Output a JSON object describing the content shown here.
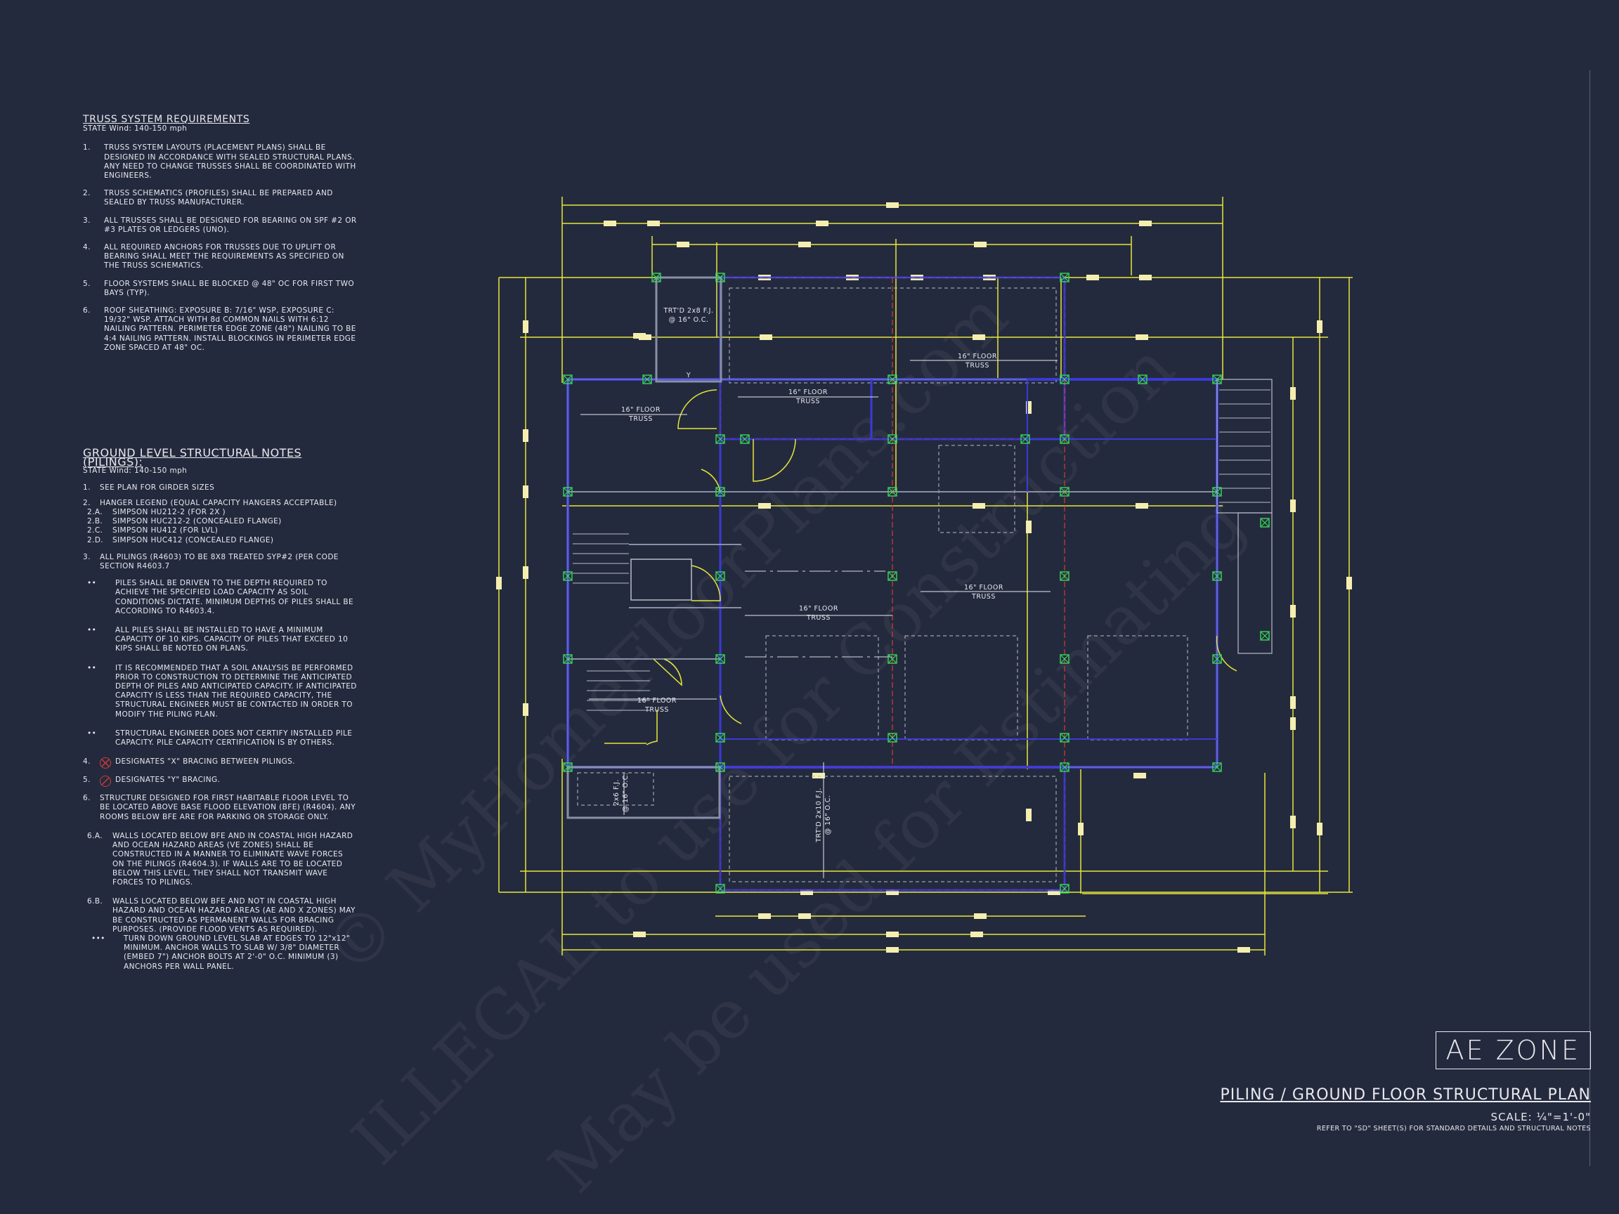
{
  "truss_notes": {
    "title": "TRUSS SYSTEM REQUIREMENTS",
    "wind": "STATE Wind: 140-150 mph",
    "items": [
      {
        "num": "1.",
        "text": "TRUSS SYSTEM LAYOUTS (PLACEMENT PLANS) SHALL BE DESIGNED IN ACCORDANCE WITH SEALED STRUCTURAL PLANS. ANY NEED TO CHANGE TRUSSES SHALL BE COORDINATED WITH ENGINEERS."
      },
      {
        "num": "2.",
        "text": "TRUSS SCHEMATICS (PROFILES) SHALL BE PREPARED AND SEALED BY TRUSS MANUFACTURER."
      },
      {
        "num": "3.",
        "text": "ALL TRUSSES SHALL BE DESIGNED FOR BEARING ON SPF #2 OR #3 PLATES OR LEDGERS (UNO)."
      },
      {
        "num": "4.",
        "text": "ALL REQUIRED ANCHORS FOR TRUSSES DUE TO UPLIFT OR BEARING SHALL MEET THE REQUIREMENTS AS SPECIFIED ON THE TRUSS SCHEMATICS."
      },
      {
        "num": "5.",
        "text": "FLOOR SYSTEMS SHALL BE BLOCKED @ 48\" OC FOR FIRST TWO BAYS (TYP)."
      },
      {
        "num": "6.",
        "text": "ROOF SHEATHING: EXPOSURE B: 7/16\" WSP, EXPOSURE C: 19/32\" WSP. ATTACH WITH 8d COMMON NAILS WITH 6:12 NAILING PATTERN. PERIMETER EDGE ZONE (48\") NAILING TO BE 4:4 NAILING PATTERN. INSTALL BLOCKINGS IN PERIMETER EDGE ZONE SPACED AT 48\" OC."
      }
    ]
  },
  "ground_notes": {
    "title": "GROUND LEVEL STRUCTURAL NOTES (PILINGS):",
    "wind": "STATE Wind: 140-150 mph",
    "n1": {
      "num": "1.",
      "text": "SEE PLAN FOR GIRDER SIZES"
    },
    "n2": {
      "num": "2.",
      "text": "HANGER LEGEND (EQUAL CAPACITY HANGERS ACCEPTABLE)"
    },
    "n2a": {
      "num": "2.A.",
      "text": "SIMPSON HU212-2 (FOR 2X )"
    },
    "n2b": {
      "num": "2.B.",
      "text": "SIMPSON HUC212-2 (CONCEALED FLANGE)"
    },
    "n2c": {
      "num": "2.C.",
      "text": "SIMPSON HU412 (FOR LVL)"
    },
    "n2d": {
      "num": "2.D.",
      "text": "SIMPSON HUC412 (CONCEALED FLANGE)"
    },
    "n3": {
      "num": "3.",
      "text": "ALL PILINGS (R4603) TO BE 8X8 TREATED SYP#2 (PER CODE SECTION R4603.7"
    },
    "b1": {
      "num": "••",
      "text": "PILES SHALL BE DRIVEN TO THE DEPTH REQUIRED TO ACHIEVE THE SPECIFIED LOAD CAPACITY AS SOIL CONDITIONS DICTATE. MINIMUM DEPTHS OF PILES SHALL BE ACCORDING TO R4603.4."
    },
    "b2": {
      "num": "••",
      "text": "ALL PILES SHALL BE INSTALLED TO HAVE A MINIMUM CAPACITY OF 10 KIPS. CAPACITY OF PILES THAT EXCEED 10 KIPS SHALL BE NOTED ON PLANS."
    },
    "b3": {
      "num": "••",
      "text": "IT IS RECOMMENDED THAT A SOIL ANALYSIS BE PERFORMED PRIOR TO CONSTRUCTION TO DETERMINE THE ANTICIPATED DEPTH OF PILES AND ANTICIPATED CAPACITY. IF ANTICIPATED CAPACITY IS LESS THAN THE REQUIRED CAPACITY, THE STRUCTURAL ENGINEER MUST BE CONTACTED IN ORDER TO MODIFY THE PILING PLAN."
    },
    "b4": {
      "num": "••",
      "text": "STRUCTURAL ENGINEER DOES NOT CERTIFY INSTALLED PILE CAPACITY. PILE CAPACITY CERTIFICATION IS BY OTHERS."
    },
    "n4": {
      "num": "4.",
      "text": "DESIGNATES \"X\" BRACING BETWEEN PILINGS."
    },
    "n5": {
      "num": "5.",
      "text": "DESIGNATES \"Y\" BRACING."
    },
    "n6": {
      "num": "6.",
      "text": "STRUCTURE DESIGNED FOR FIRST HABITABLE FLOOR LEVEL TO BE LOCATED ABOVE BASE FLOOD ELEVATION (BFE) (R4604). ANY ROOMS BELOW BFE ARE FOR PARKING OR STORAGE ONLY."
    },
    "n6a": {
      "num": "6.A.",
      "text": "WALLS LOCATED BELOW BFE AND IN COASTAL HIGH HAZARD AND OCEAN HAZARD AREAS (VE ZONES) SHALL BE CONSTRUCTED IN A MANNER TO ELIMINATE WAVE FORCES ON THE PILINGS (R4604.3). IF WALLS ARE TO BE LOCATED BELOW THIS LEVEL, THEY SHALL NOT TRANSMIT WAVE FORCES TO PILINGS."
    },
    "n6b": {
      "num": "6.B.",
      "text": "WALLS LOCATED BELOW BFE AND NOT IN COASTAL HIGH HAZARD AND OCEAN HAZARD AREAS (AE AND X ZONES) MAY BE CONSTRUCTED AS PERMANENT WALLS FOR BRACING PURPOSES. (PROVIDE FLOOD VENTS AS REQUIRED)."
    },
    "b5": {
      "num": "•••",
      "text": "TURN DOWN GROUND LEVEL SLAB AT EDGES TO 12\"x12\" MINIMUM. ANCHOR WALLS TO SLAB W/ 3/8\" DIAMETER (EMBED 7\") ANCHOR BOLTS AT 2'-0\" O.C. MINIMUM (3) ANCHORS PER WALL PANEL."
    }
  },
  "plan_labels": {
    "truss_1": "16\" FLOOR",
    "truss_1b": "TRUSS",
    "truss_2": "16\" FLOOR",
    "truss_2b": "TRUSS",
    "truss_3": "16\" FLOOR",
    "truss_3b": "TRUSS",
    "truss_4": "16\" FLOOR",
    "truss_4b": "TRUSS",
    "truss_5": "16\" FLOOR",
    "truss_5b": "TRUSS",
    "truss_6": "16\" FLOOR",
    "truss_6b": "TRUSS",
    "trtd_top": "TRT'D 2x8 F.J.",
    "trtd_top_b": "@ 16\" O.C.",
    "trtd_bottom": "TRT'D 2x10 F.J.",
    "trtd_bottom_b": "@ 16\" O.C.",
    "fj_small": "2x6 F.J.",
    "fj_small_b": "@ 16\" O.C.",
    "y_mark": "Y"
  },
  "title_block": {
    "zone": "AE ZONE",
    "sheet_title": "PILING / GROUND FLOOR STRUCTURAL PLAN",
    "scale": "SCALE: ¼\"=1'-0\"",
    "refer": "REFER TO \"SD\" SHEET(S) FOR STANDARD DETAILS AND STRUCTURAL NOTES"
  },
  "watermark": {
    "line1": "© MyHomeFloorPlans.com",
    "line2": "ILLEGAL to use for Construction",
    "line3": "May be used for Estimating"
  },
  "colors": {
    "background": "#242a3d",
    "dimension": "#e6e63a",
    "wall": "#3a3ad8",
    "beam": "#d23a3a",
    "piling": "#3ad85a",
    "text": "#e8e8ee"
  }
}
